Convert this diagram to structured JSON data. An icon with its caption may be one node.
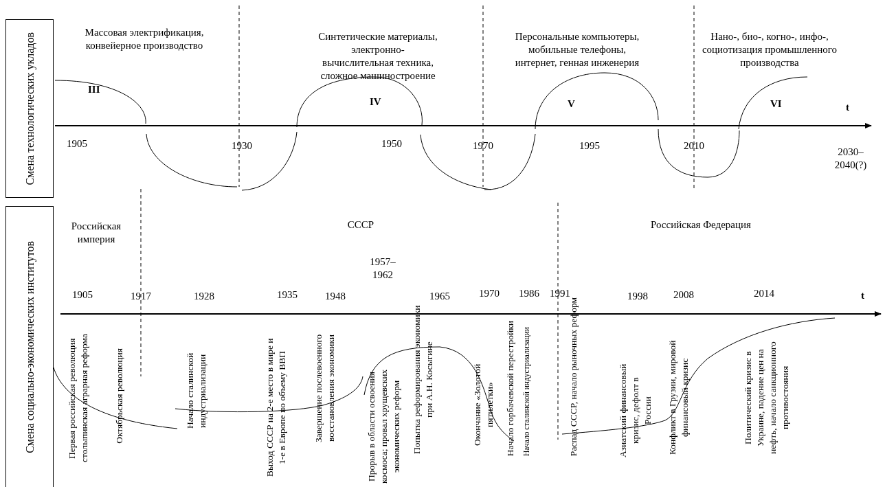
{
  "diagram": {
    "nodes": [
      {
        "text": [
          "Смена технологических укладов"
        ]
      },
      {
        "text": [
          "Смена социально-экономических институтов"
        ]
      }
    ],
    "edges": [],
    "labels": [
      "Массовая электрификация, конвейерное производство",
      "Синтетические материалы, электронно-вычислительная техника, сложное машиностроение",
      "Персональные компьютеры, мобильные телефоны, интернет, генная инженерия",
      "Нано-, био-, когно-, инфо-, социотизация промышленного производства",
      "III",
      "IV",
      "V",
      "VI",
      "t",
      "1905",
      "1930",
      "1950",
      "1970",
      "1995",
      "2010",
      "2030–2040(?)",
      "Российская империя",
      "СССР",
      "Российская Федерация",
      "1957–1962",
      "1905",
      "1917",
      "1928",
      "1935",
      "1948",
      "1965",
      "1970",
      "1986",
      "1991",
      "1998",
      "2008",
      "2014",
      "t",
      "Первая российская революция столыпинская аграрная реформа",
      "Октябрьская революция",
      "Начало сталинской индустриализации",
      "Выход СССР на 2-е место в мире и 1-е в Европе по объему ВВП",
      "Завершение послевоенного восстановления экономики",
      "Прорыв в области освоения космоса; провал хрущевских экономических реформ",
      "Попытка реформирования экономики при А.Н. Косыгине",
      "Окончание «Золотой пятилетки»",
      "Начало горбачевской перестройки",
      "Начало сталинской индустриализации",
      "Распад СССР, начало рыночных реформ",
      "Азиатский финансовый кризис, дефолт в России",
      "Конфликт в Грузии, мировой финансовый кризис",
      "Политический кризис в Украине, падение цен на нефть, начало санкционного противостояния"
    ]
  }
}
